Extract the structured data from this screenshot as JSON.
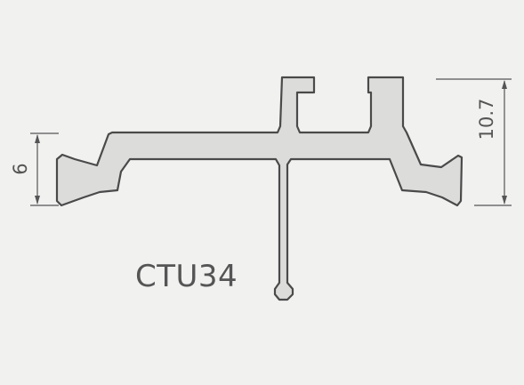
{
  "product_code": "CTU34",
  "dimensions": {
    "left_height": "6",
    "right_height": "10.7"
  }
}
